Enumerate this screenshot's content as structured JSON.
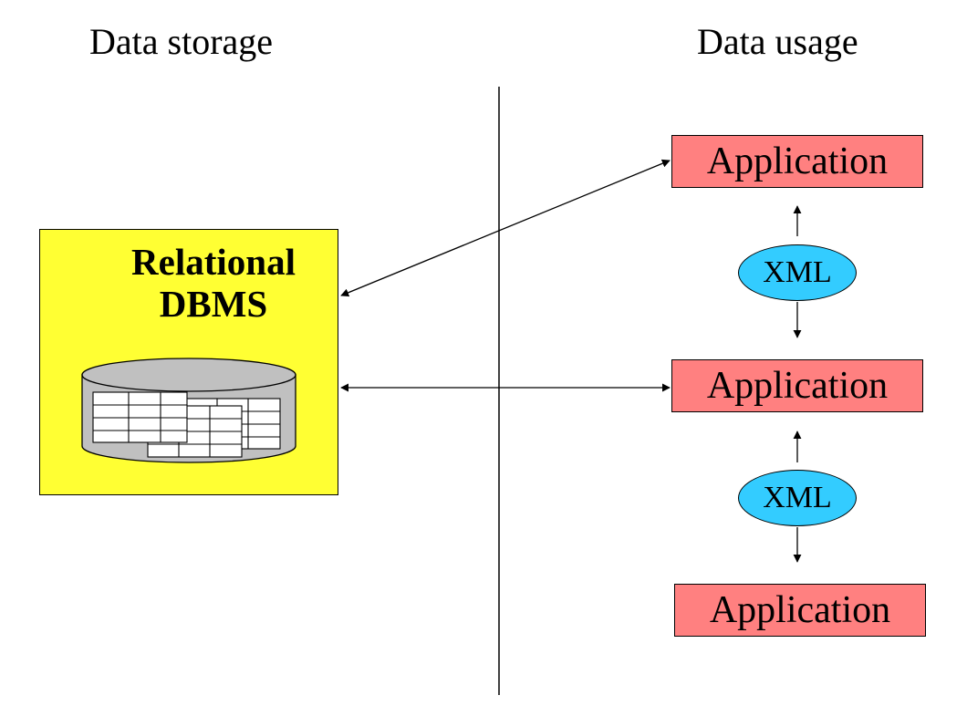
{
  "headings": {
    "storage": "Data storage",
    "usage": "Data usage"
  },
  "dbms": {
    "title_line1": "Relational",
    "title_line2": "DBMS",
    "icon": "database-cylinder-with-tables-icon"
  },
  "applications": [
    {
      "label": "Application"
    },
    {
      "label": "Application"
    },
    {
      "label": "Application"
    }
  ],
  "xml_bubbles": [
    {
      "label": "XML"
    },
    {
      "label": "XML"
    }
  ],
  "colors": {
    "dbms_fill": "#ffff33",
    "application_fill": "#ff8080",
    "xml_fill": "#33ccff",
    "cylinder_fill": "#c0c0c0",
    "line": "#000000"
  }
}
